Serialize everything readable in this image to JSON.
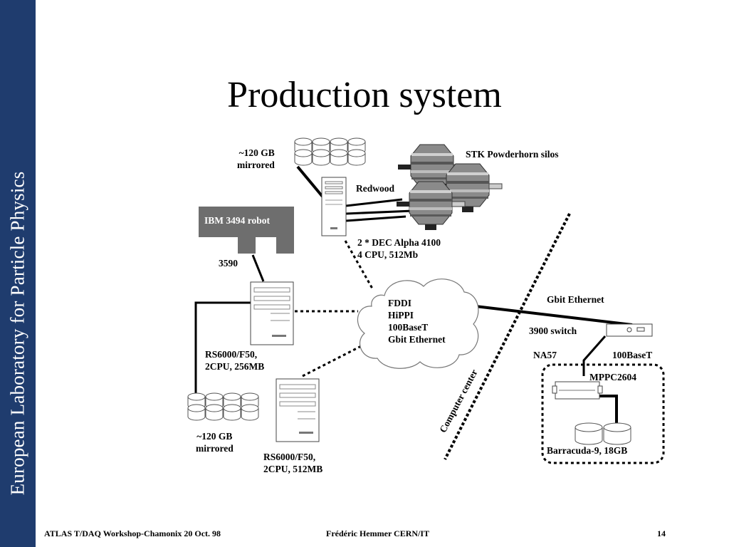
{
  "slide": {
    "sidebar_text": "European Laboratory for Particle Physics",
    "title": "Production system"
  },
  "diagram": {
    "disk_top": "~120 GB\nmirrored",
    "stk": "STK Powderhorn silos",
    "redwood": "Redwood",
    "ibm": "IBM 3494 robot",
    "dec": "2 * DEC Alpha 4100\n4 CPU, 512Mb",
    "tape3590": "3590",
    "network": "FDDI\nHiPPI\n100BaseT\nGbit Ethernet",
    "gbit": "Gbit Ethernet",
    "switch": "3900 switch",
    "na57": "NA57",
    "base100": "100BaseT",
    "mppc": "MPPC2604",
    "rs1": "RS6000/F50,\n2CPU, 256MB",
    "disk_bottom": "~120 GB\nmirrored",
    "rs2": "RS6000/F50,\n2CPU, 512MB",
    "barracuda": "Barracuda-9, 18GB",
    "computer_center": "Computer center"
  },
  "footer": {
    "left": "ATLAS T/DAQ Workshop-Chamonix 20 Oct. 98",
    "center": "Frédéric Hemmer CERN/IT",
    "page": "14"
  },
  "colors": {
    "sidebar": "#1f3c6e",
    "robot": "#6e6e6e",
    "silo": "#888888"
  }
}
